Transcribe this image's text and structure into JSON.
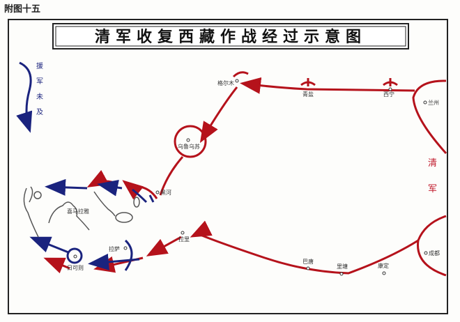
{
  "header": {
    "figure_label": "附图十五"
  },
  "title": "清军收复西藏作战经过示意图",
  "side_labels": {
    "left_note": [
      "援",
      "军",
      "未",
      "及"
    ],
    "right_note": [
      "清",
      "军"
    ]
  },
  "places": {
    "geermu": "格尔木",
    "qingyan": "青盐",
    "xining": "西宁",
    "lanzhou": "兰州",
    "wulu": "乌鲁乌苏",
    "heihe": "黑河",
    "lake": "喜马拉雅",
    "lhasa": "拉萨",
    "rikaze": "日可则",
    "lali": "拉里",
    "batang": "巴唐",
    "litang": "里塘",
    "kangding": "康定",
    "chengdu": "成都"
  },
  "colors": {
    "qing_army": "#b5121b",
    "enemy": "#1a237e",
    "frame": "#222222"
  }
}
